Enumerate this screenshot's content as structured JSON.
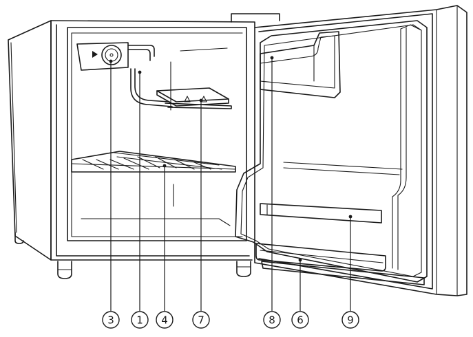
{
  "callouts": [
    {
      "id": "c3",
      "label": "3"
    },
    {
      "id": "c1",
      "label": "1"
    },
    {
      "id": "c4",
      "label": "4"
    },
    {
      "id": "c7",
      "label": "7"
    },
    {
      "id": "c8",
      "label": "8"
    },
    {
      "id": "c6",
      "label": "6"
    },
    {
      "id": "c9",
      "label": "9"
    }
  ],
  "colors": {
    "line": "#1a1a1a",
    "background": "#ffffff"
  }
}
